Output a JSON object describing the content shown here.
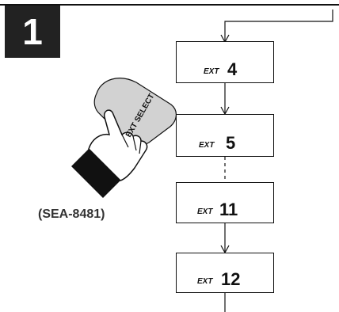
{
  "step": {
    "number": "1"
  },
  "hand": {
    "button_text": "EXT SELECT",
    "icon": "pointing-hand-icon"
  },
  "model": {
    "label": "(SEA-8481)"
  },
  "sequence": [
    {
      "prefix": "EXT",
      "number": "4"
    },
    {
      "prefix": "EXT",
      "number": "5"
    },
    {
      "prefix": "EXT",
      "number": "11"
    },
    {
      "prefix": "EXT",
      "number": "12"
    }
  ]
}
